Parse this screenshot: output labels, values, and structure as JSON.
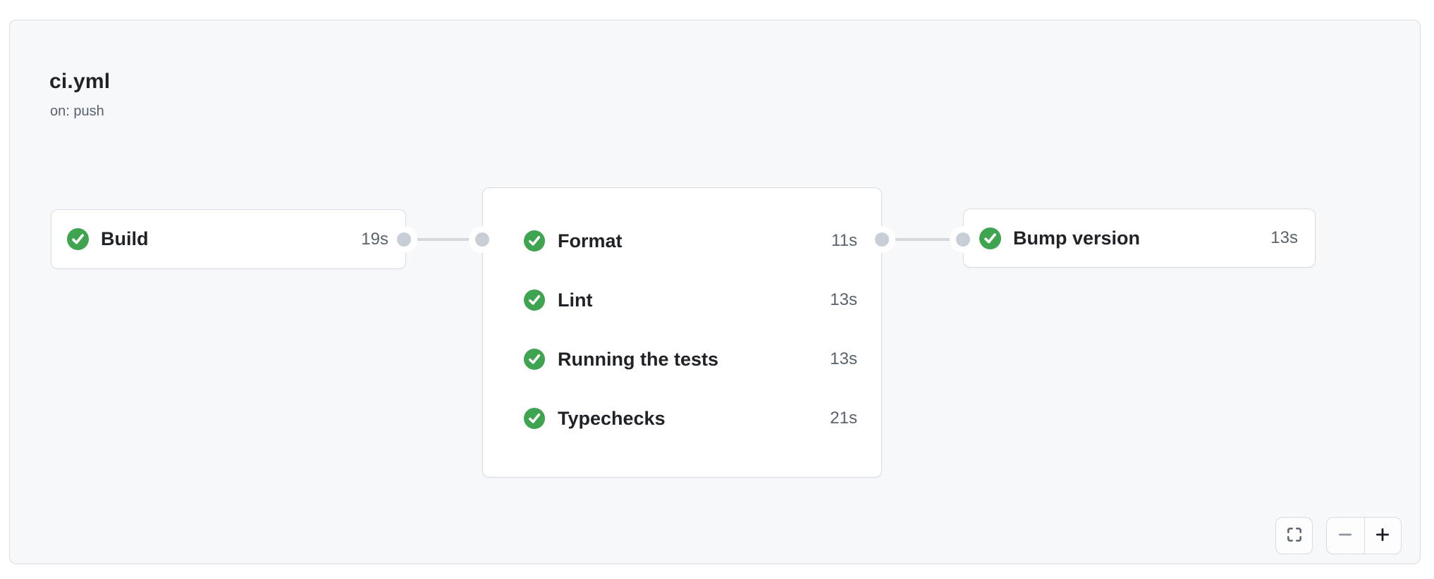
{
  "header": {
    "title": "ci.yml",
    "trigger": "on: push"
  },
  "graph": {
    "build": {
      "label": "Build",
      "duration": "19s",
      "status": "success"
    },
    "matrix_jobs": [
      {
        "label": "Format",
        "duration": "11s",
        "status": "success"
      },
      {
        "label": "Lint",
        "duration": "13s",
        "status": "success"
      },
      {
        "label": "Running the tests",
        "duration": "13s",
        "status": "success"
      },
      {
        "label": "Typechecks",
        "duration": "21s",
        "status": "success"
      }
    ],
    "bump": {
      "label": "Bump version",
      "duration": "13s",
      "status": "success"
    }
  },
  "controls": {
    "fullscreen": "fullscreen",
    "zoom_out": "zoom out",
    "zoom_in": "zoom in"
  },
  "colors": {
    "success_green": "#3ea450",
    "card_border": "#d8dee4",
    "canvas_bg": "#f6f8fa",
    "edge_line": "#d5d9de",
    "edge_port": "#c8ced6",
    "text_primary": "#1f2328",
    "text_muted": "#59636e",
    "icon_muted": "#8d96a0"
  }
}
